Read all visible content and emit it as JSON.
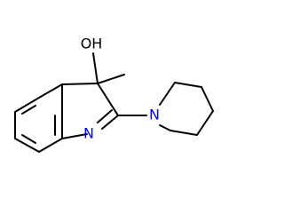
{
  "molecule": {
    "atoms": {
      "hydroxyl": {
        "label": "OH",
        "color": "#000000"
      },
      "ring_nitrogen": {
        "label": "N",
        "color": "#0000ff"
      },
      "piperidine_nitrogen": {
        "label": "N",
        "color": "#0000ff"
      }
    },
    "bond_color": "#000000",
    "background": "#ffffff"
  }
}
